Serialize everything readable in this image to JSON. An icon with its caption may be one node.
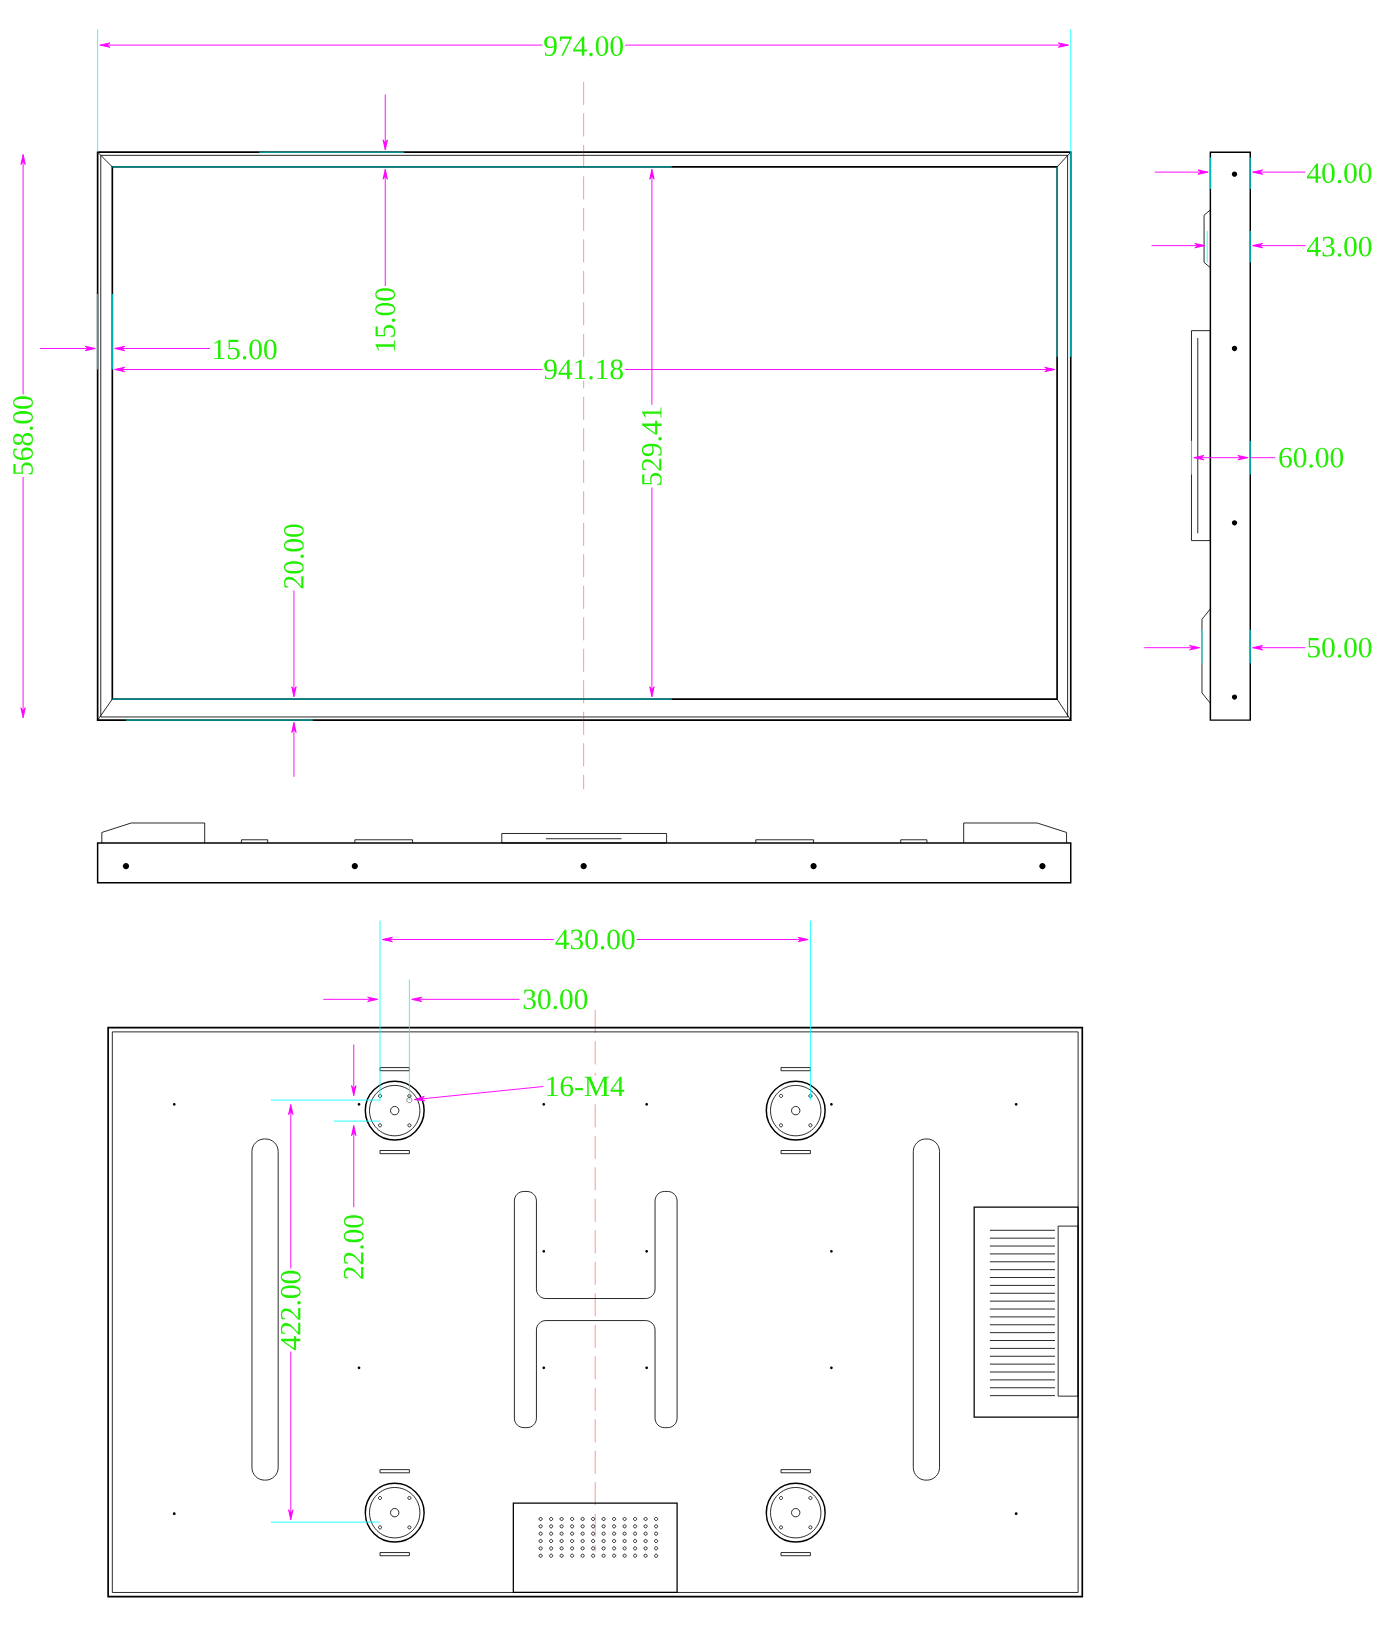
{
  "diagram": {
    "nodes": [
      {
        "text": [
          "16-M4"
        ]
      },
      {
        "text": [],
        "shape": "circle"
      }
    ],
    "edges": [
      {
        "from": 0,
        "to": 1,
        "arrow": "to"
      }
    ],
    "labels": [
      "974.00",
      "15.00",
      "15.00",
      "941.18",
      "529.41",
      "568.00",
      "20.00",
      "40.00",
      "43.00",
      "60.00",
      "50.00",
      "430.00",
      "30.00",
      "22.00",
      "422.00"
    ]
  }
}
